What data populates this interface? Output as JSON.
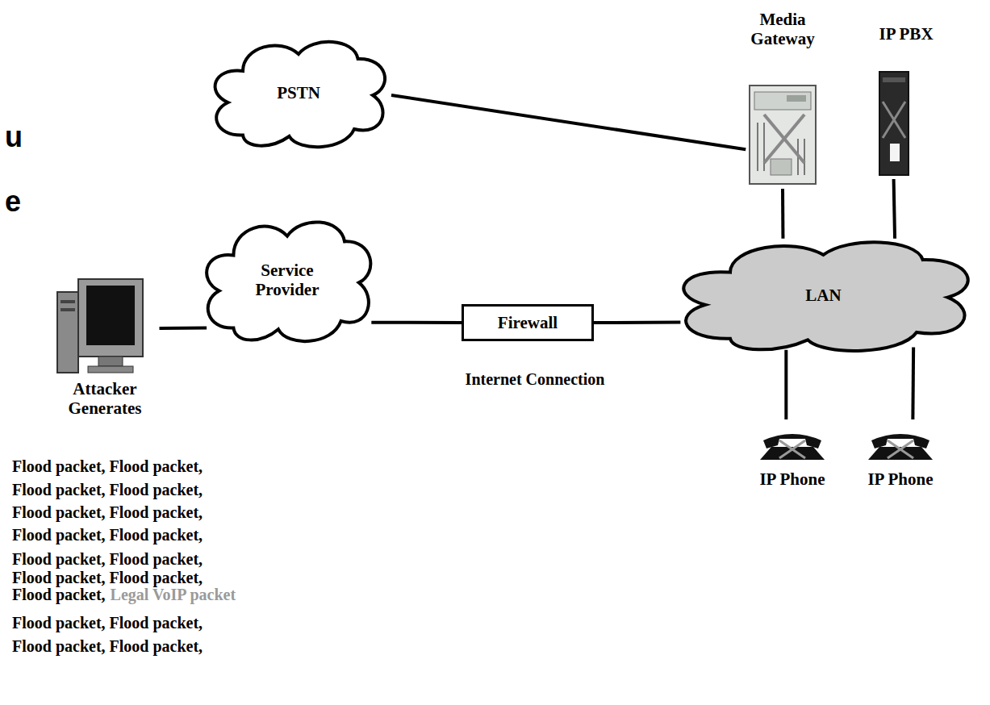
{
  "diagram": {
    "nodes": [
      {
        "text": [
          "PSTN"
        ]
      },
      {
        "text": [
          "Media Gateway"
        ]
      },
      {
        "text": [
          "IP PBX"
        ]
      },
      {
        "text": [
          "Service Provider"
        ]
      },
      {
        "text": [
          "Firewall"
        ]
      },
      {
        "text": [
          "LAN"
        ]
      },
      {
        "text": [
          "Attacker Generates"
        ]
      },
      {
        "text": [
          "IP Phone"
        ]
      },
      {
        "text": [
          "IP Phone"
        ]
      }
    ],
    "edges": [
      {
        "from": 0,
        "to": 1,
        "arrow": "none"
      },
      {
        "from": 1,
        "to": 5,
        "arrow": "none"
      },
      {
        "from": 2,
        "to": 5,
        "arrow": "none"
      },
      {
        "from": 6,
        "to": 3,
        "arrow": "none"
      },
      {
        "from": 3,
        "to": 4,
        "arrow": "none"
      },
      {
        "from": 4,
        "to": 5,
        "arrow": "none"
      },
      {
        "from": 5,
        "to": 7,
        "arrow": "none"
      },
      {
        "from": 5,
        "to": 8,
        "arrow": "none"
      }
    ],
    "labels": [
      "u",
      "e",
      "Internet Connection",
      "Flood packet, Flood packet,",
      "Flood packet, Flood packet,",
      "Flood packet, Flood packet,",
      "Flood packet, Flood packet,",
      "Flood packet, Flood packet,",
      "Flood packet, Flood packet,",
      "Flood packet,",
      "Legal VoIP packet",
      "Flood packet, Flood packet,",
      "Flood packet, Flood packet,"
    ]
  }
}
